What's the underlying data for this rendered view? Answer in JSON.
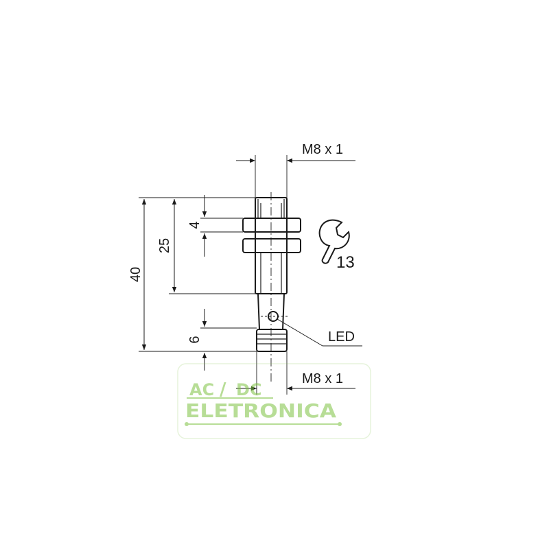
{
  "dimensions": {
    "top_thread": "M8 x 1",
    "bottom_thread": "M8 x 1",
    "total_length": "40",
    "thread_length": "25",
    "nut_thickness": "4",
    "connector_length": "6",
    "wrench_size": "13"
  },
  "callouts": {
    "led": "LED"
  },
  "watermark": {
    "line1_left": "AC",
    "line1_right": "DC",
    "line2": "ELETRONICA",
    "color": "#7dc242"
  },
  "colors": {
    "ink": "#1a1a1a"
  }
}
